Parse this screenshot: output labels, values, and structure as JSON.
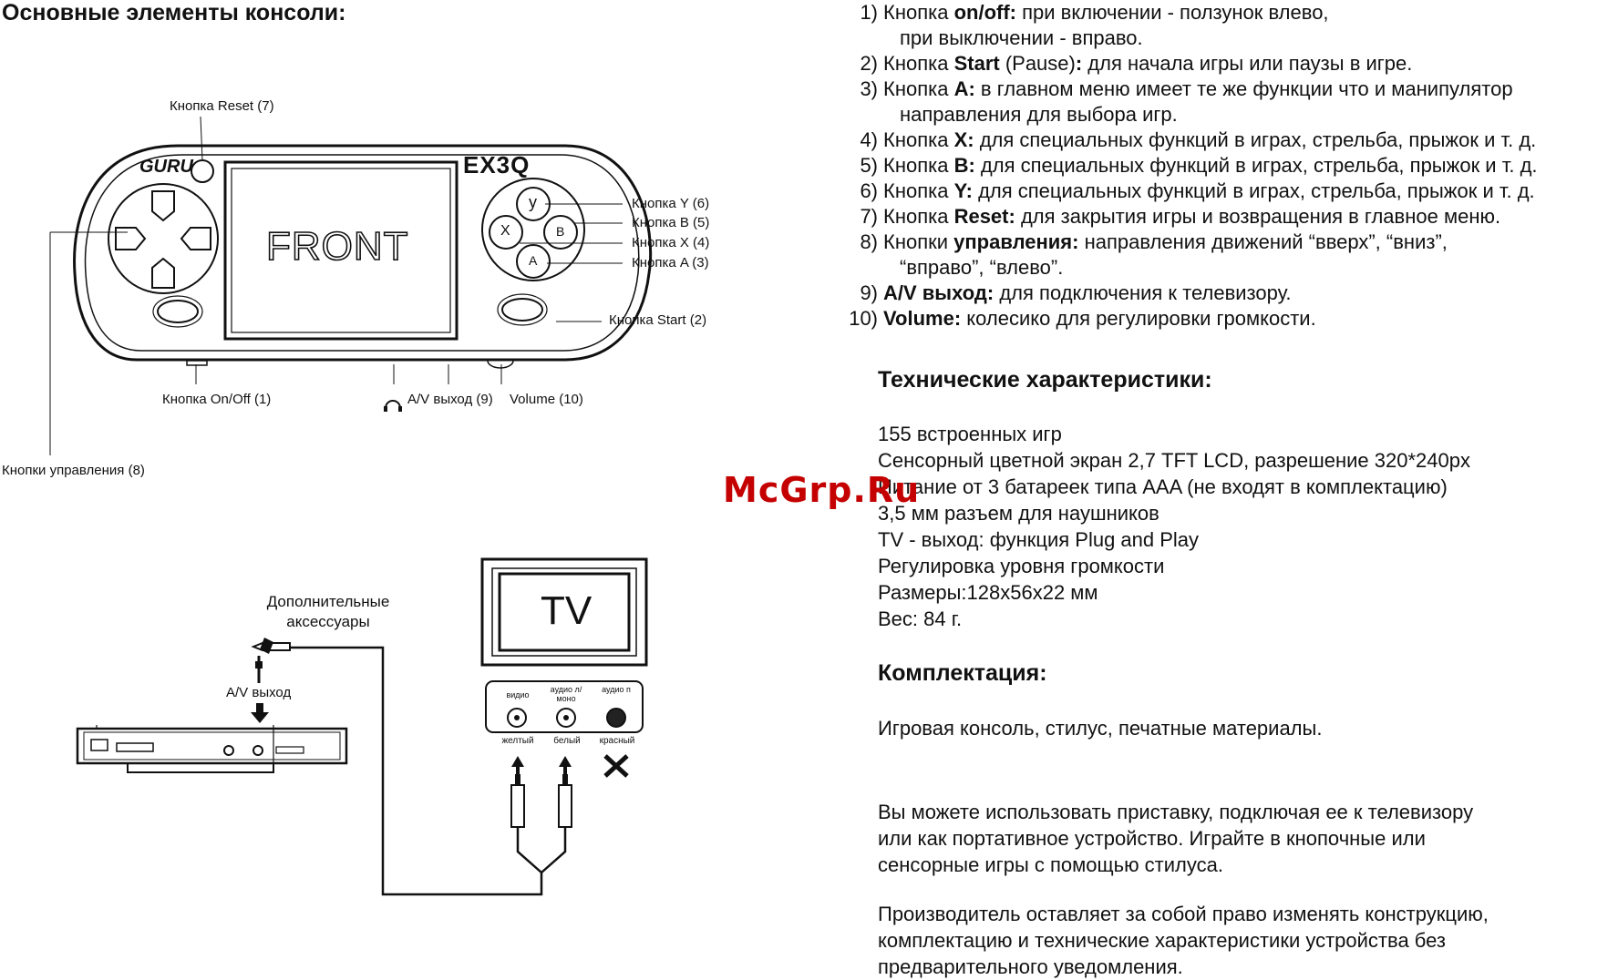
{
  "left": {
    "heading": "Основные элементы консоли:",
    "labels": {
      "reset": "Кнопка Reset (7)",
      "y": "Кнопка Y (6)",
      "b": "Кнопка B (5)",
      "x": "Кнопка X (4)",
      "a": "Кнопка A (3)",
      "start": "Кнопка Start (2)",
      "onoff": "Кнопка On/Off (1)",
      "av": "A/V выход (9)",
      "volume": "Volume (10)",
      "dpad": "Кнопки управления (8)"
    },
    "device": {
      "brand": "GURU",
      "model": "EX3Q",
      "screen": "FRONT",
      "btn_y": "y",
      "btn_x": "X",
      "btn_b": "B",
      "btn_a": "A"
    },
    "connection": {
      "accessories": [
        "Дополнительные",
        "аксессуары"
      ],
      "av_out": "A/V выход",
      "tv": "TV",
      "jacks": [
        {
          "top": "видио",
          "bottom": "желтый"
        },
        {
          "top": "аудио л/моно",
          "bottom": "белый"
        },
        {
          "top": "аудио п",
          "bottom": "красный"
        }
      ]
    }
  },
  "right": {
    "list": [
      {
        "num": "1)",
        "lines": [
          "Кнопка **on/off:** при включении - ползунок влево,",
          "при выключении - вправо."
        ]
      },
      {
        "num": "2)",
        "lines": [
          "Кнопка  **Start** (Pause)**:** для начала игры или паузы в игре."
        ]
      },
      {
        "num": "3)",
        "lines": [
          "Кнопка **A:** в главном меню имеет те же функции что и манипулятор",
          "направления для выбора игр."
        ]
      },
      {
        "num": "4)",
        "lines": [
          "Кнопка **X:** для специальных функций в играх, стрельба, прыжок и т. д."
        ]
      },
      {
        "num": "5)",
        "lines": [
          "Кнопка **B:** для специальных функций в играх, стрельба, прыжок и т. д."
        ]
      },
      {
        "num": "6)",
        "lines": [
          "Кнопка **Y:** для специальных функций в играх, стрельба, прыжок и т. д."
        ]
      },
      {
        "num": "7)",
        "lines": [
          "Кнопка **Reset:** для закрытия игры и возвращения в главное меню."
        ]
      },
      {
        "num": "8)",
        "lines": [
          "Кнопки **управления:** направления движений “вверх”, “вниз”,",
          "“вправо”, “влево”."
        ]
      },
      {
        "num": "9)",
        "lines": [
          "**A/V выход:** для подключения к телевизору."
        ]
      },
      {
        "num": "10)",
        "lines": [
          "**Volume:** колесико для регулировки громкости."
        ]
      }
    ],
    "specs_heading": "Технические  характеристики:",
    "specs": [
      "155 встроенных игр",
      "Сенсорный цветной экран 2,7 TFT LCD, разрешение 320*240px",
      "Питание от 3 батареек типа AAA (не входят в комплектацию)",
      "3,5 мм разъем для наушников",
      "TV - выход: функция Plug and Play",
      "Регулировка уровня громкости",
      "Размеры:128х56х22 мм",
      "Вес: 84 г."
    ],
    "kit_heading": "Комплектация:",
    "kit": "Игровая консоль, стилус, печатные материалы.",
    "usage": [
      "Вы можете использовать приставку, подключая ее к телевизору",
      "или как портативное устройство. Играйте в кнопочные или",
      "сенсорные игры с помощью стилуса."
    ],
    "disclaimer": [
      "Производитель оставляет за собой право изменять конструкцию,",
      "комплектацию и технические характеристики устройства без",
      "предварительного уведомления."
    ]
  },
  "watermark": "McGrp.Ru"
}
